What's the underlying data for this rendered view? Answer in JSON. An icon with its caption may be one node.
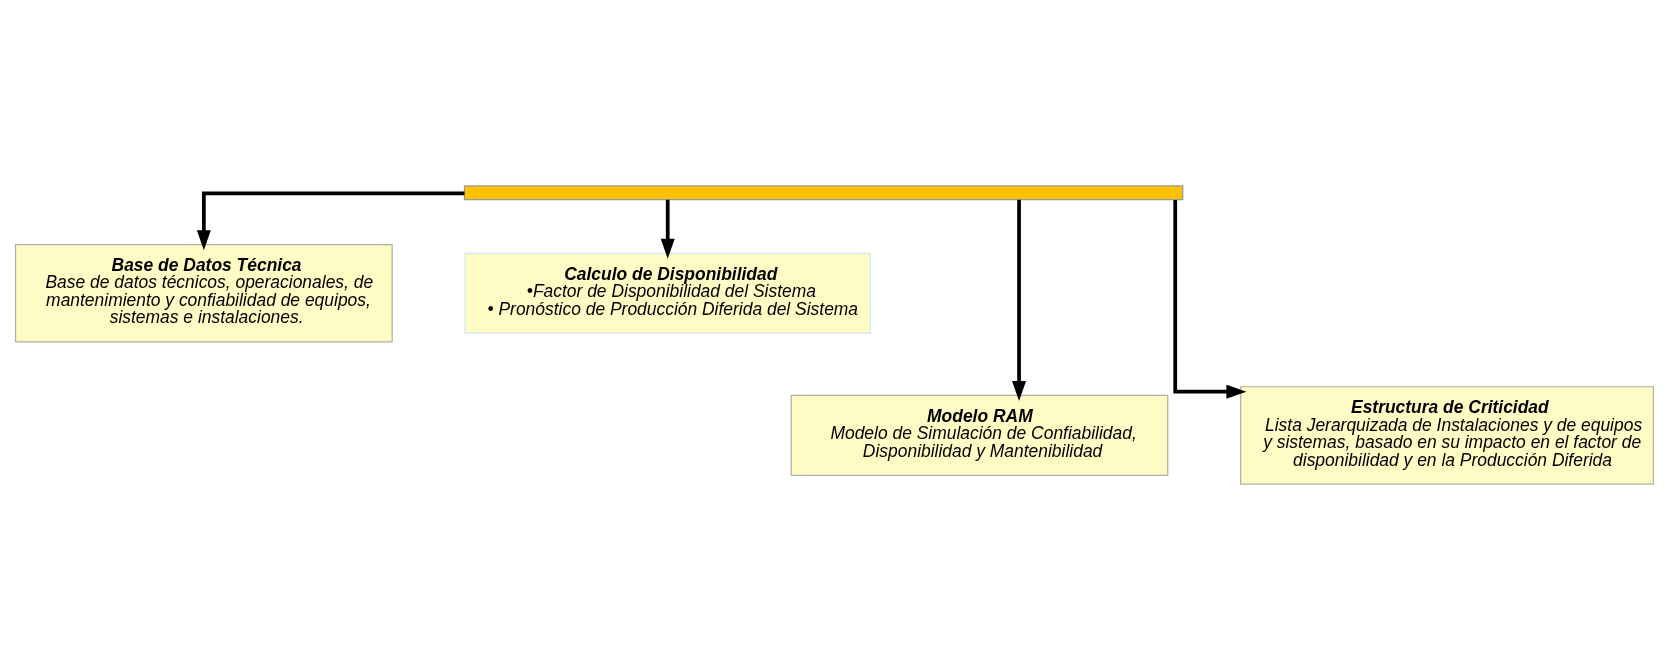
{
  "diagram": {
    "nodes": [
      {
        "text": [],
        "shape": "bar"
      },
      {
        "text": [
          "Base de Datos Técnica",
          "Base de datos técnicos, operacionales, de mantenimiento y confiabilidad de equipos, sistemas e instalaciones."
        ]
      },
      {
        "text": [
          "Calculo de Disponibilidad",
          "•Factor de Disponibilidad del Sistema",
          "• Pronóstico de Producción Diferida del Sistema"
        ]
      },
      {
        "text": [
          "Modelo RAM",
          "Modelo de Simulación de Confiabilidad, Disponibilidad y Mantenibilidad"
        ]
      },
      {
        "text": [
          "Estructura de Criticidad",
          "Lista Jerarquizada de Instalaciones y de equipos y sistemas, basado en su impacto en el factor de disponibilidad y en la Producción Diferida"
        ]
      }
    ],
    "edges": [
      {
        "from": 0,
        "to": 1,
        "arrow": "to"
      },
      {
        "from": 0,
        "to": 2,
        "arrow": "to"
      },
      {
        "from": 0,
        "to": 3,
        "arrow": "to"
      },
      {
        "from": 0,
        "to": 4,
        "arrow": "to"
      }
    ]
  }
}
